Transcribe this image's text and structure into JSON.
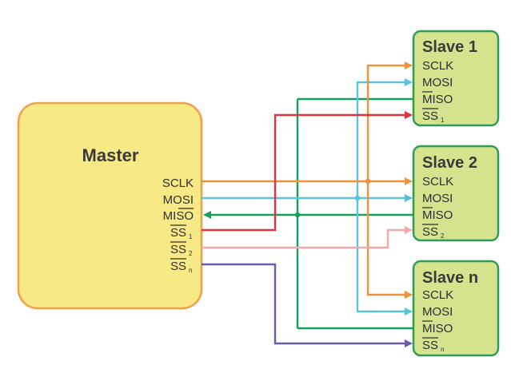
{
  "master": {
    "title": "Master",
    "pins": {
      "sclk": "SCLK",
      "mosi": "MOSI",
      "miso": "MISO",
      "ss1": "SS",
      "ss1_sub": "1",
      "ss2": "SS",
      "ss2_sub": "2",
      "ssn": "SS",
      "ssn_sub": "n"
    }
  },
  "slaves": [
    {
      "title": "Slave 1",
      "sclk": "SCLK",
      "mosi": "MOSI",
      "miso": "MISO",
      "ss": "SS",
      "ss_sub": "1"
    },
    {
      "title": "Slave 2",
      "sclk": "SCLK",
      "mosi": "MOSI",
      "miso": "MISO",
      "ss": "SS",
      "ss_sub": "2"
    },
    {
      "title": "Slave n",
      "sclk": "SCLK",
      "mosi": "MOSI",
      "miso": "MISO",
      "ss": "SS",
      "ss_sub": "n"
    }
  ],
  "colors": {
    "master_fill": "#f7e986",
    "master_stroke": "#f0a04b",
    "slave_fill": "#d5e38f",
    "slave_stroke": "#2f9b57",
    "sclk": "#f0923a",
    "mosi": "#5bc3d7",
    "miso": "#14a05a",
    "ss1": "#e2323c",
    "ss2": "#f4a9ad",
    "ssn": "#6e5aa8"
  }
}
